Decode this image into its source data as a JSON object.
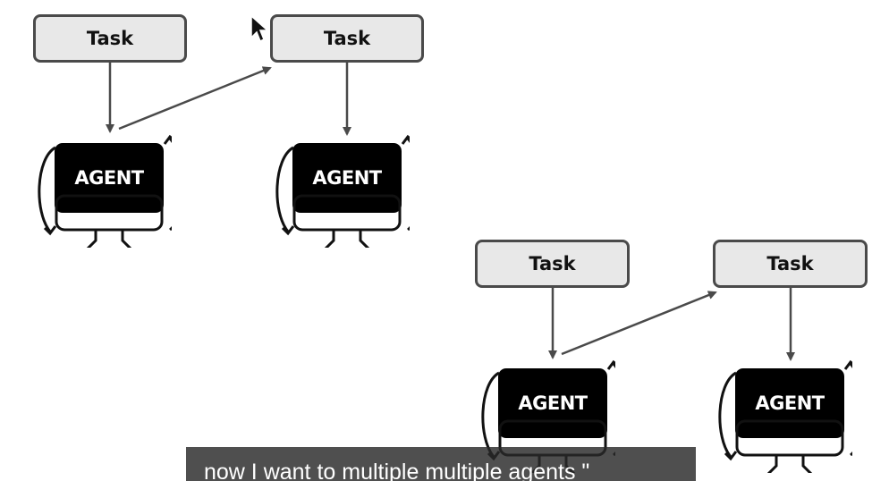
{
  "diagram": {
    "groups": [
      {
        "tasks": [
          "Task",
          "Task"
        ],
        "agents": [
          "AGENT",
          "AGENT"
        ]
      },
      {
        "tasks": [
          "Task",
          "Task"
        ],
        "agents": [
          "AGENT",
          "AGENT"
        ]
      }
    ]
  },
  "caption": {
    "text": "now I want to multiple multiple agents \""
  },
  "icons": {
    "cursor": "mouse-pointer-icon",
    "loop": "circular-arrows-icon"
  },
  "colors": {
    "task_fill": "#e8e8e8",
    "task_border": "#4a4a4a",
    "agent_screen": "#000000",
    "arrow": "#4a4a4a",
    "caption_bg": "#282828"
  }
}
